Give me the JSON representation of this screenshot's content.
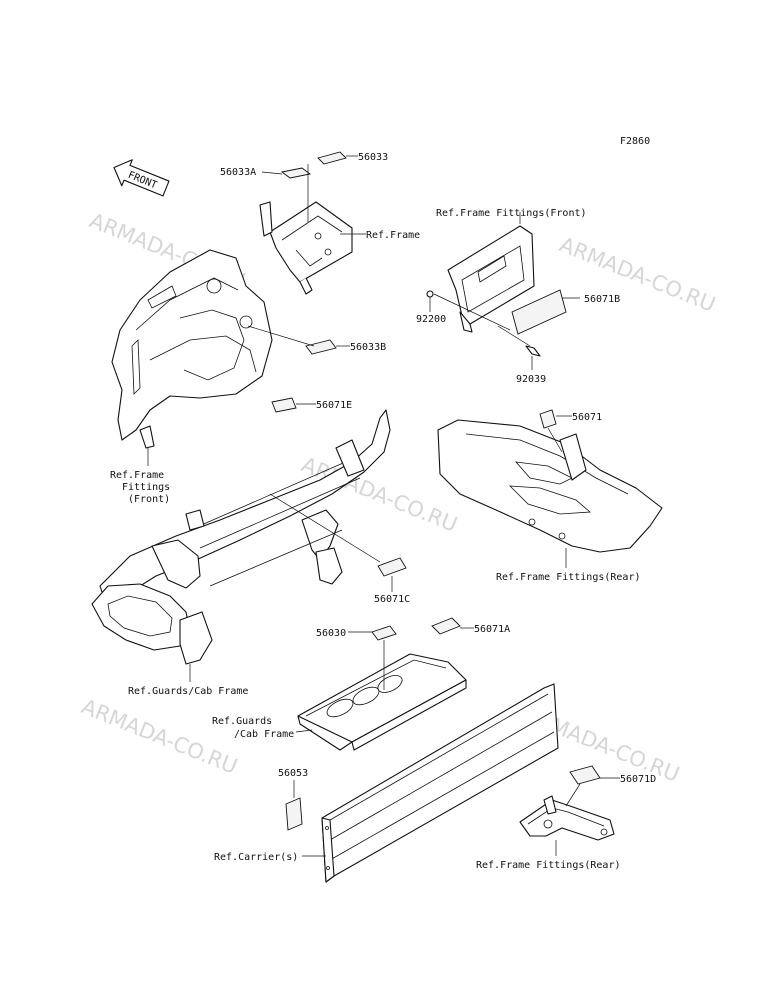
{
  "diagram_code": "F2860",
  "front_label": "FRONT",
  "watermark": "ARMADA-CO.RU",
  "parts": {
    "p56033": "56033",
    "p56033A": "56033A",
    "p56033B": "56033B",
    "p56071E": "56071E",
    "p56071B": "56071B",
    "p92200": "92200",
    "p92039": "92039",
    "p56071": "56071",
    "p56071C": "56071C",
    "p56030": "56030",
    "p56071A": "56071A",
    "p56053": "56053",
    "p56071D": "56071D"
  },
  "refs": {
    "ref_frame": "Ref.Frame",
    "ref_frame_fittings_front_top": "Ref.Frame Fittings(Front)",
    "ref_frame_fittings_front_left_1": "Ref.Frame",
    "ref_frame_fittings_front_left_2": "Fittings",
    "ref_frame_fittings_front_left_3": "(Front)",
    "ref_frame_fittings_rear_1": "Ref.Frame Fittings(Rear)",
    "ref_guards_cab_frame_1": "Ref.Guards/Cab Frame",
    "ref_guards_cab_frame_2a": "Ref.Guards",
    "ref_guards_cab_frame_2b": "/Cab Frame",
    "ref_carriers": "Ref.Carrier(s)",
    "ref_frame_fittings_rear_2": "Ref.Frame Fittings(Rear)"
  }
}
